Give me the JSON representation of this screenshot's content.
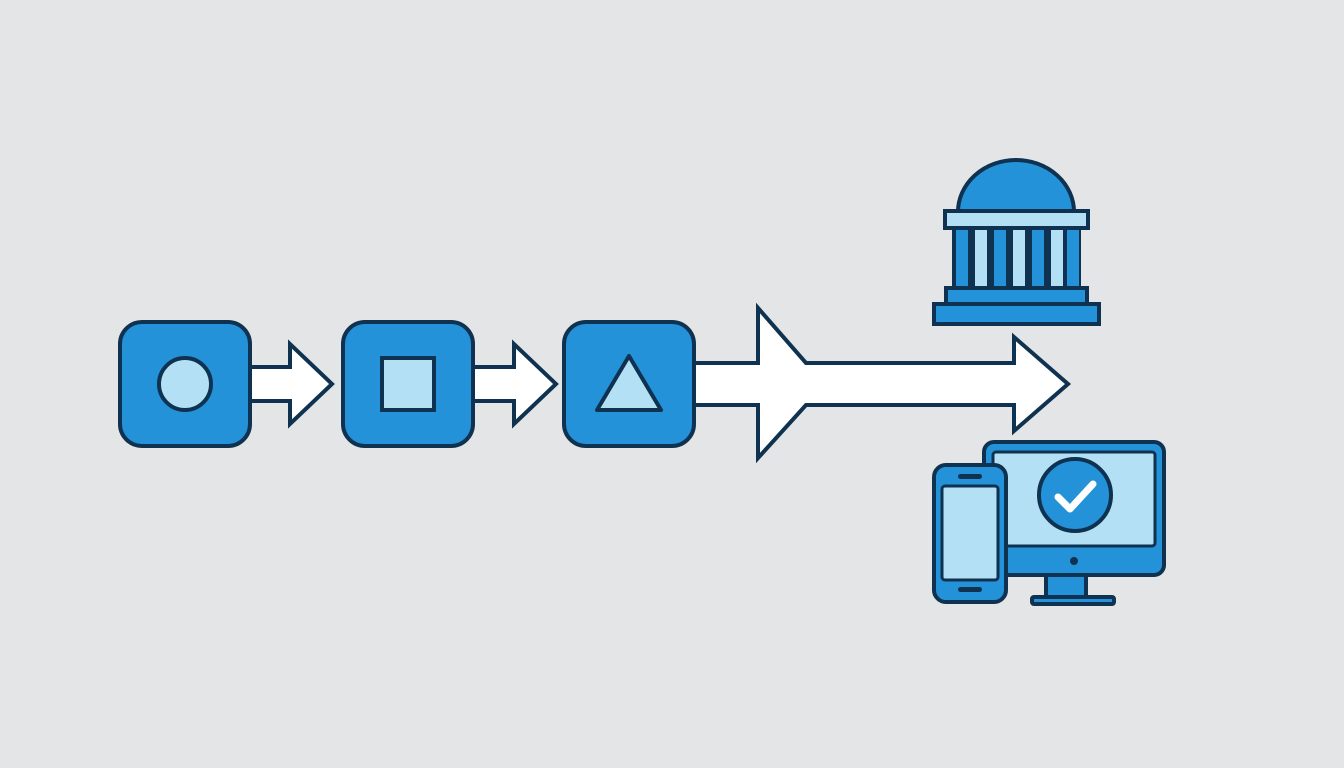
{
  "colors": {
    "background": "#E4E5E6",
    "primary_blue": "#2492D8",
    "light_blue": "#B3E0F4",
    "outline": "#0E3250",
    "arrow_fill": "#FFFFFF"
  },
  "steps": [
    {
      "shape": "circle",
      "icon": "circle-icon"
    },
    {
      "shape": "square",
      "icon": "square-icon"
    },
    {
      "shape": "triangle",
      "icon": "triangle-icon"
    }
  ],
  "destinations": [
    {
      "icon": "government-building-icon"
    },
    {
      "icon": "devices-verified-icon"
    }
  ]
}
